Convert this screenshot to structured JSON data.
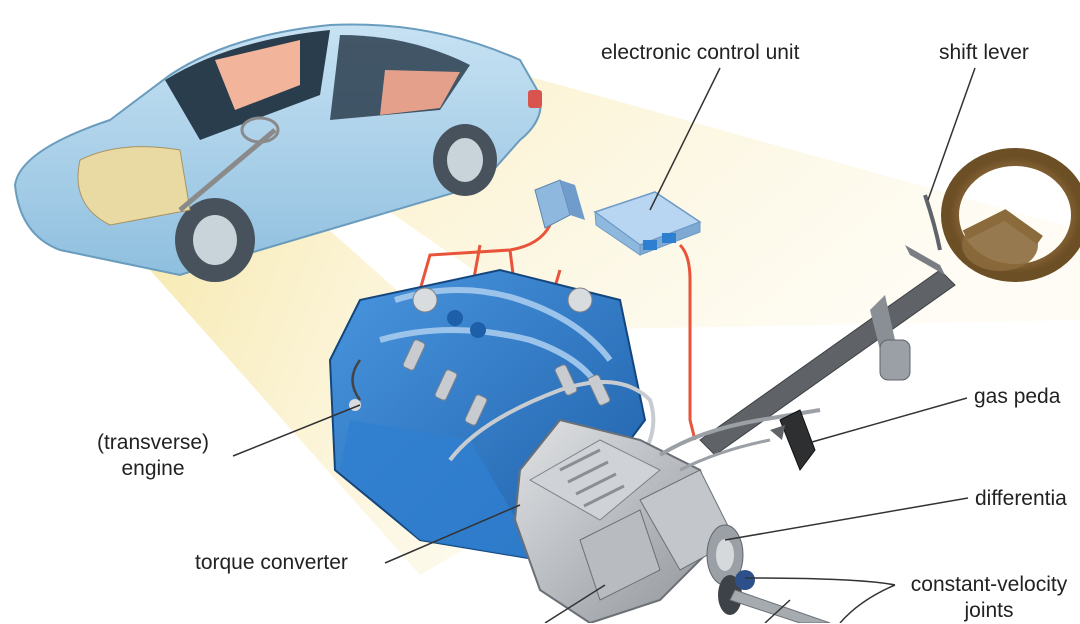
{
  "labels": {
    "ecu": "electronic control unit",
    "shift_lever": "shift lever",
    "gas_pedal": "gas peda",
    "engine_line1": "(transverse)",
    "engine_line2": "engine",
    "differential": "differentia",
    "torque_converter": "torque converter",
    "cv_line1": "constant-velocity",
    "cv_line2": "joints"
  },
  "colors": {
    "car_body": "#a9cfe8",
    "car_outline": "#6a9cbd",
    "engine_blue": "#2f7fd0",
    "engine_dark": "#1d5fa8",
    "wire_red": "#e8533a",
    "ecu_blue": "#9fc6ea",
    "transmission_gray": "#b8bcc1",
    "steering_wheel": "#8b6a3c",
    "leader_line": "#333333",
    "beam_yellow": "#f6e7a6"
  }
}
